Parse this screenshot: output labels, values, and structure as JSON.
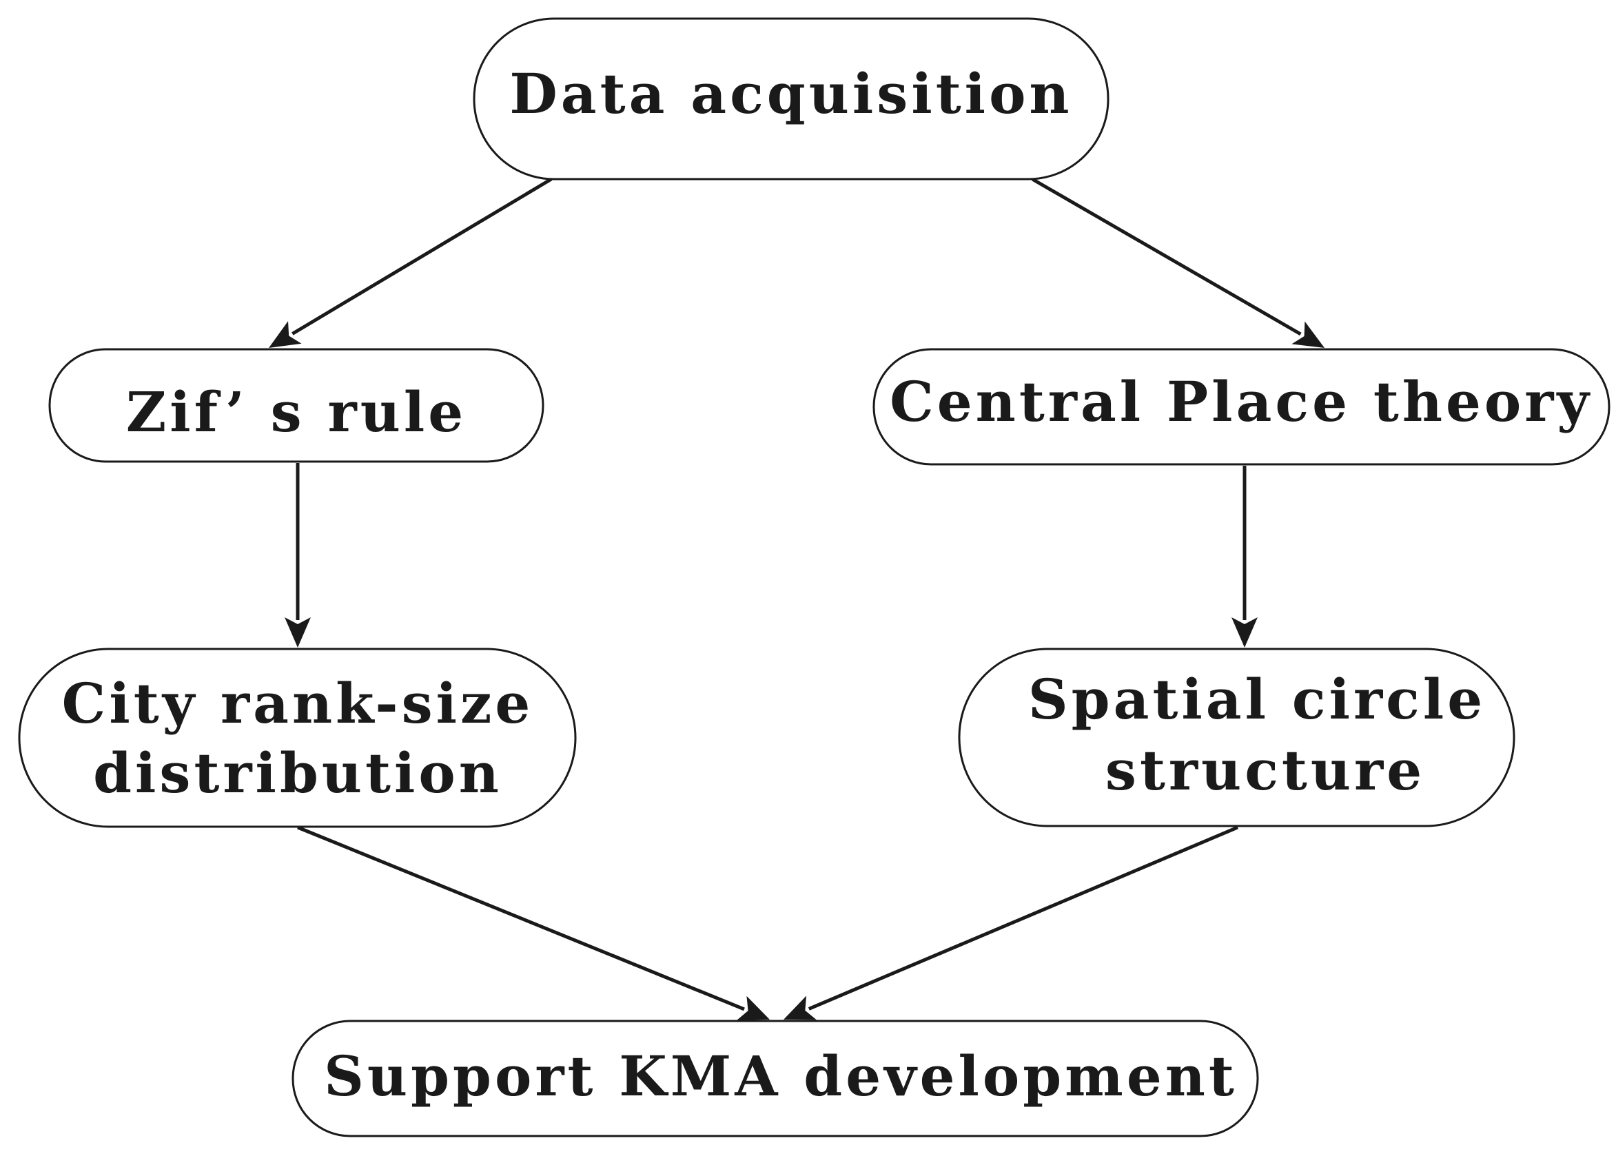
{
  "nodes": {
    "data_acquisition": {
      "lines": [
        "Data  acquisition"
      ]
    },
    "zipfs_rule": {
      "lines": [
        "Zif’  s rule"
      ]
    },
    "central_place": {
      "lines": [
        "Central Place theory"
      ]
    },
    "rank_size": {
      "lines": [
        "City rank-size",
        "distribution"
      ]
    },
    "spatial_circle": {
      "lines": [
        "Spatial circle",
        "structure"
      ]
    },
    "support_kma": {
      "lines": [
        "Support KMA development"
      ]
    }
  },
  "edges": [
    {
      "from": "data_acquisition",
      "to": "zipfs_rule"
    },
    {
      "from": "data_acquisition",
      "to": "central_place"
    },
    {
      "from": "zipfs_rule",
      "to": "rank_size"
    },
    {
      "from": "central_place",
      "to": "spatial_circle"
    },
    {
      "from": "rank_size",
      "to": "support_kma"
    },
    {
      "from": "spatial_circle",
      "to": "support_kma"
    }
  ],
  "colors": {
    "stroke": "#1a1a1a",
    "fill": "#ffffff",
    "text": "#1a1a1a"
  }
}
